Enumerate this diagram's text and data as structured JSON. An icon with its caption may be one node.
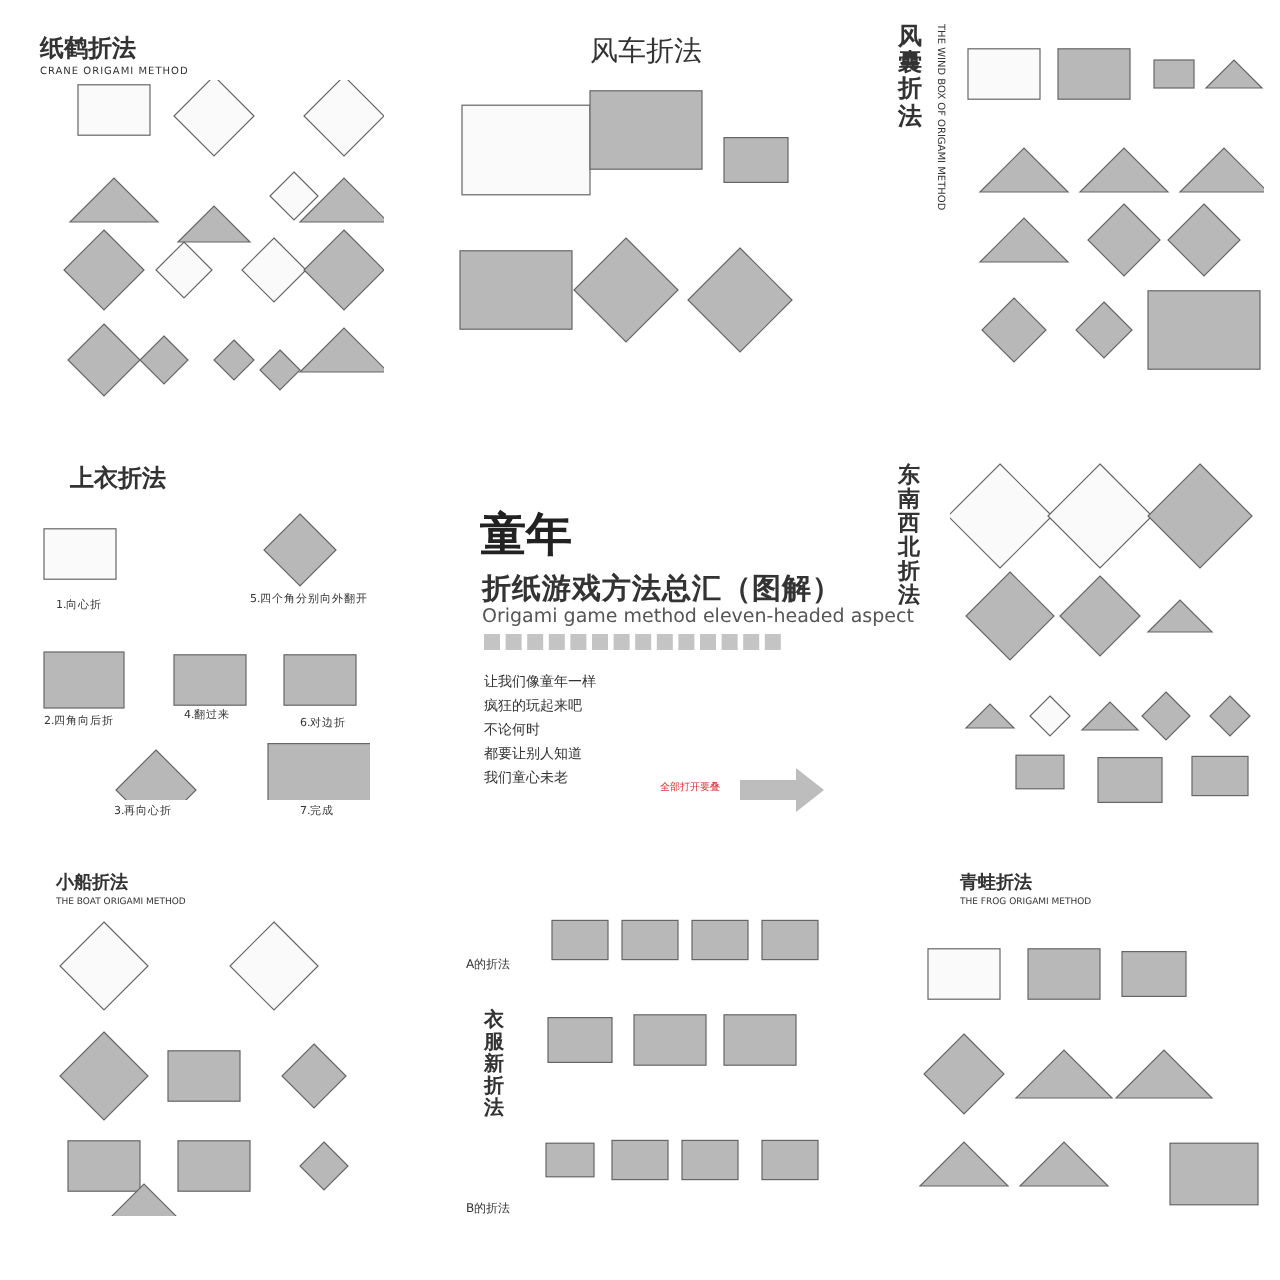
{
  "diagram": {
    "title": "童年",
    "labels": [
      "纸鹤折法",
      "CRANE ORIGAMI METHOD",
      "风车折法",
      "风囊折法",
      "THE WIND BOX OF ORIGAMI METHOD",
      "上衣折法",
      "1.向心折",
      "5.四个角分别向外翻开",
      "2.四角向后折",
      "4.翻过来",
      "6.对边折",
      "3.再向心折",
      "7.完成",
      "折纸游戏方法总汇（图解）",
      "Origami game method eleven-headed aspect",
      "让我们像童年一样",
      "疯狂的玩起来吧",
      "不论何时",
      "都要让别人知道",
      "我们童心未老",
      "全部打开要叠",
      "东南西北折法",
      "小船折法",
      "THE BOAT ORIGAMI METHOD",
      "A的折法",
      "衣服新折法",
      "B的折法",
      "青蛙折法",
      "THE FROG ORIGAMI METHOD"
    ]
  }
}
